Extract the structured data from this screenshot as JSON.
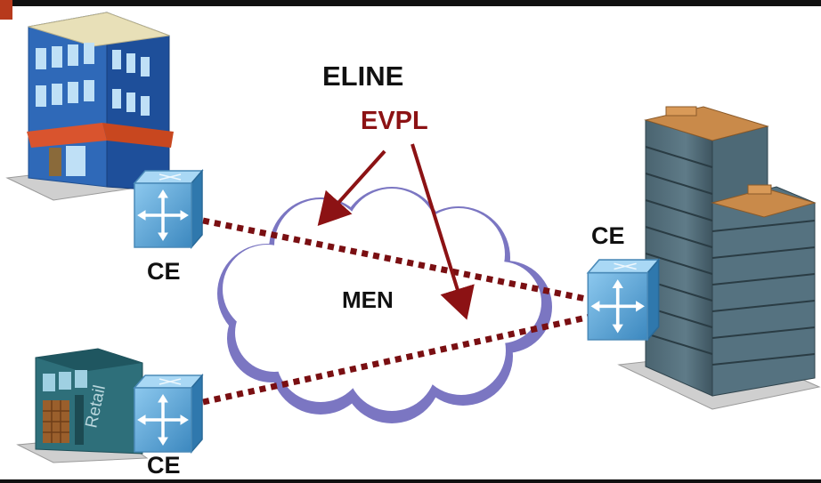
{
  "diagram": {
    "service_label": "ELINE",
    "type_label": "EVPL",
    "network_label": "MEN",
    "ce_labels": {
      "top_left": "CE",
      "right": "CE",
      "bottom_left": "CE"
    },
    "retail_sign": "Retail"
  },
  "colors": {
    "arrow": "#8c1214",
    "link": "#7a0f12",
    "switch": "#5aa6d6",
    "cloud_outline": "#7b76c2"
  }
}
